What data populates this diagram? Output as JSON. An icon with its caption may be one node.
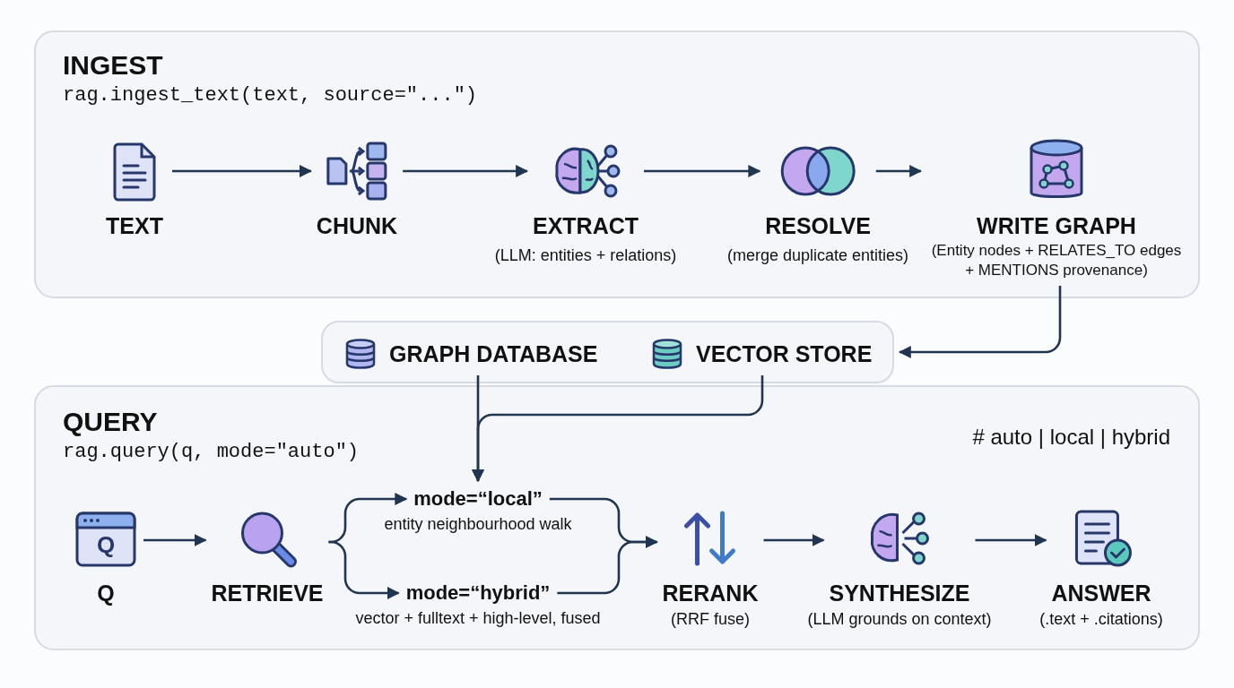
{
  "diagram": {
    "nodes": [
      {
        "text": [
          "INGEST",
          "rag.ingest_text(text, source=\"...\")"
        ]
      },
      {
        "text": [
          "TEXT"
        ],
        "in": 0
      },
      {
        "text": [
          "CHUNK"
        ],
        "in": 0
      },
      {
        "text": [
          "EXTRACT"
        ],
        "in": 0,
        "beside": [
          "(LLM: entities + relations)"
        ]
      },
      {
        "text": [
          "RESOLVE"
        ],
        "in": 0,
        "beside": [
          "(merge duplicate entities)"
        ]
      },
      {
        "text": [
          "WRITE GRAPH",
          "(Entity nodes + RELATES_TO edges + MENTIONS provenance)"
        ],
        "in": 0
      },
      {
        "text": [],
        "shape": "box"
      },
      {
        "text": [
          "GRAPH DATABASE"
        ],
        "in": 6
      },
      {
        "text": [
          "VECTOR STORE"
        ],
        "in": 6
      },
      {
        "text": [
          "QUERY",
          "rag.query(q, mode=\"auto\")",
          "# auto | local | hybrid"
        ]
      },
      {
        "text": [
          "Q",
          "Q"
        ],
        "in": 9
      },
      {
        "text": [
          "RETRIEVE"
        ],
        "in": 9
      },
      {
        "text": [
          "mode=“local”"
        ],
        "in": 9,
        "beside": [
          "entity neighbourhood walk"
        ]
      },
      {
        "text": [
          "mode=“hybrid”"
        ],
        "in": 9,
        "beside": [
          "vector + fulltext + high-level, fused"
        ]
      },
      {
        "text": [
          "RERANK"
        ],
        "in": 9,
        "beside": [
          "(RRF fuse)"
        ]
      },
      {
        "text": [
          "SYNTHESIZE"
        ],
        "in": 9,
        "beside": [
          "(LLM grounds on context)"
        ]
      },
      {
        "text": [
          "ANSWER"
        ],
        "in": 9,
        "beside": [
          "(.text + .citations)"
        ]
      }
    ],
    "edges": [
      {
        "from": 1,
        "to": 2,
        "arrow": "to"
      },
      {
        "from": 2,
        "to": 3,
        "arrow": "to"
      },
      {
        "from": 3,
        "to": 4,
        "arrow": "to"
      },
      {
        "from": 4,
        "to": 5,
        "arrow": "to"
      },
      {
        "from": 5,
        "to": 6,
        "arrow": "to"
      },
      {
        "from": 7,
        "to": 12,
        "arrow": "to"
      },
      {
        "from": 8,
        "to": 12,
        "arrow": "to"
      },
      {
        "from": 10,
        "to": 11,
        "arrow": "to"
      },
      {
        "from": 11,
        "to": 12,
        "arrow": "to"
      },
      {
        "from": 11,
        "to": 13,
        "arrow": "to"
      },
      {
        "from": 12,
        "to": 14,
        "arrow": "to"
      },
      {
        "from": 13,
        "to": 14,
        "arrow": "to"
      },
      {
        "from": 14,
        "to": 15,
        "arrow": "to"
      },
      {
        "from": 15,
        "to": 16,
        "arrow": "to"
      }
    ]
  }
}
